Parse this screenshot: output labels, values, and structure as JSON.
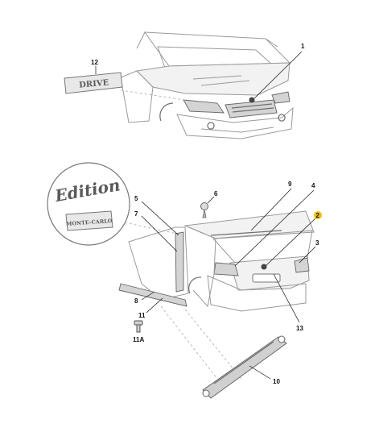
{
  "callouts": {
    "c1": "1",
    "c2": "2",
    "c3": "3",
    "c4": "4",
    "c5": "5",
    "c6": "6",
    "c7": "7",
    "c8": "8",
    "c9": "9",
    "c10": "10",
    "c11": "11",
    "c11a": "11A",
    "c12": "12",
    "c13": "13"
  },
  "badges": {
    "drive": "DRIVE",
    "edition": "Edition",
    "monte_carlo": "MONTE-CARLO"
  },
  "colors": {
    "highlight_callout": "#f2c200",
    "line_art": "#9a9a9a"
  }
}
